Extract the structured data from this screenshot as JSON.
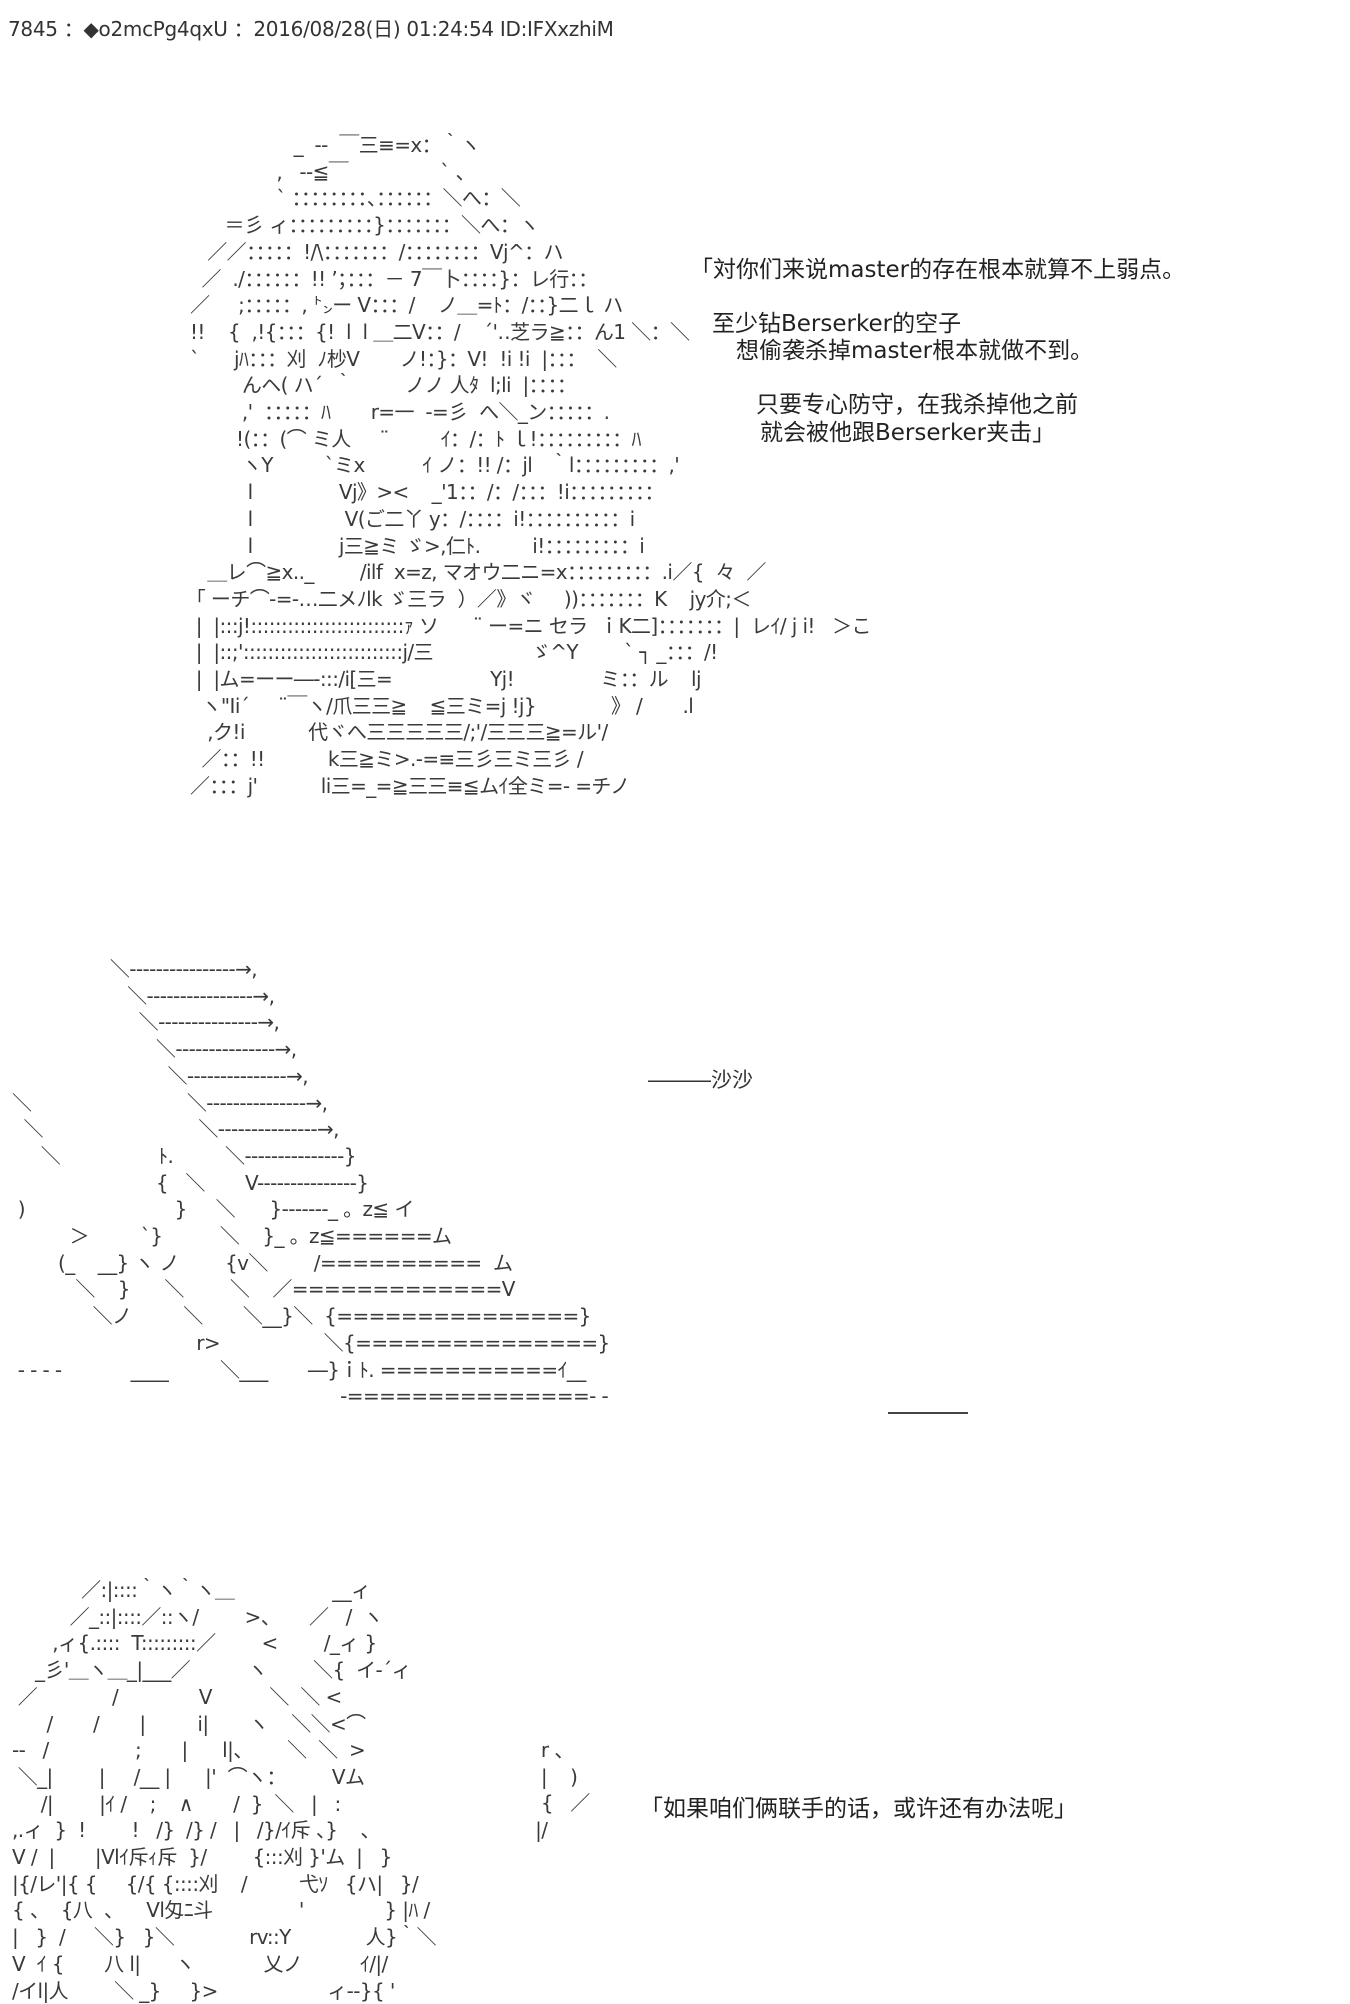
{
  "post": {
    "header": "7845 ：◆o2mcPg4qxU ：2016/08/28(日) 01:24:54 ID:IFXxzhiM"
  },
  "panels": {
    "panel1_art": "                  _  ‐‐  ￣三≡=x：｀ヽ\n               ,   -‐≦￣                ` 、\n               ` ：：：：：：：：、：：：：：：＼へ：＼\n      ＝彡 ィ：：：：：：：：：}：：：：：：：＼へ：ヽ\n   ／／：：：：：!/\\：：：：：：：/：：：：：：：：Vj^：ハ\n  ／  ./：：：：：：!! ’；：：：－ 7￣卜：：：：}：レ行：：\n／     ;：：：：：, ㌧ー V：：：/    ノ＿=ﾄ：/：：}二ｌ ハ\n!!    {  ,!{：：：{!  l  l ＿二V：：/    ´'‥芝ラ≧：：ん1 ＼：＼\n`      jﾊ：：：刈  ﾉ杪V       ノ!：}：V!  !i !i  |：：：  ＼\n         んヘ( ハ´  ｀         ノノ 人ﾀ  l;li  |：：：：\n         ,'  ：：：：：ﾊ       r=一  -=彡  へ＼_ン：：：：：.\n        !(：：(⌒ ミ人     ¨         ｲ：/：ﾄ ｌ!：：：：：：：：：ﾊ\n         ヽY         `ミx          ｲ ノ：!! /：jl   ｀l：：：：：：：：：,'\n          l               Vj》><    _'1：：/：/：：：!i：：：：：：：：：\n          l                V(ご二丫 y：/：：：：i!：：：：：：：：：：i\n          l               j三≧ミ ゞ>,仁ﾄ.         i!：：：：：：：：：i\n   ＿レ⌒≧x.._        /ilf  x=z, マオウ二ニ=x：：：：：：：：：.i／{  々  ／\n ｢ ーチ⌒‐=‐…二メﾉlk ゞ三ラ  ）／》ヾ     ))：：：：：：：K    jy介;＜\n |  |:::j!:::::::::::::::::::::::::ｧ ソ      ¨ ー=ニ セラ  ｉK二]：：：：：：：|  レｲ/ j i!   ＞こ\n |  |::;'::::::::::::::::::::::::::j/三                 ゞ^Y        ` ┐ _：：：/!\n |  |ム=ーー―‐:::/i[三=                 Yj!               ミ：：ル    lj\n  ヽ\"Ii´     ¨￣ヽ/爪三三≧    ≦三ミ=j !j}             》 /       .l\n   ,ク!i           代ヾへ三三三三三/;'/三三三≧=ル'/\n  ／：：!!           k三≧ミ>.-=≡三彡三ミ三彡 /\n／：：：j'           li三=_=≧三三≡≦ムｲ全ミ=- =チノ",
    "panel2_art": "                 ＼----------------→,\n                    ＼----------------→,\n                      ＼---------------→,\n                         ＼---------------→,\n                           ＼---------------→,\n＼                           ＼---------------→,\n  ＼                           ＼---------------→,\n     ＼                 ﾄ.         ＼---------------}\n                         {   ＼       V---------------}\n )                          }     ＼      }-------_ 。z≦ イ\n          ＞         `}          ＼    }_ 。z≦======ム\n        (_    __} ヽ ノ        {v＼        /==========  ム\n           ＼    }      ＼        ＼    ／=============V\n              ＼ノ         ＼       ＼__}＼  {===============}\n                                r>                  ＼{===============}\n - - - -            ____         ＼___       ―}ｉﾄ. ===========ｲ__\n                                                         -===============- -",
    "panel3_art": "            ／:|::::｀ヽ｀ヽ＿                 __ィ\n          ／_::|::::／::ヽ/        >、     ／   /  ヽ\n       ,ィ{.::::  T:::::::::／        <        /_ィ }\n    _彡'＿ヽ＿_|___／          ヽ        ＼{  イ-´ィ\n ／             /              V          ＼  ＼ <\n      /       /       |         i|       ヽ    ＼＼<⌒\n--   /               ;       |      l|、      ＼  ＼  >\n ＼_|        |     /__ |      |'  ⌒ヽ：        Vム\n     /|        |ｲ /    ;    ∧       /  }  ＼   |   :\n,.ィ  }  !        !   /}  /} /   |   /}/ｲ斥 、}    、\nV /  |       |Vlｲ斥ｨ斥  }/        {:::刈 }'ム  |   }\n|{/レ'|{ {     {/{ {::::刈    /         弋ｿ   {ハ|   }/\n{ 、  {八  、    Vl匁ﾆ斗               '              } |ﾊ /\n|   }  /     ＼}   }＼             rv::Y             人}｀＼\nV  ｲ {       八 l|      ヽ            乂ノ          ｲ/|/\n/イl|人        ＼ _}     }>                   ィ--}{ '",
    "panel3_art_right": "                     r 、\n                     |    )\n                     {   ／\n                    |/"
  },
  "dialogue": {
    "line_1": "「対你们来说master的存在根本就算不上弱点。",
    "line_2": "至少钻Berserker的空子",
    "line_3": "想偷袭杀掉master根本就做不到。",
    "line_4": "只要专心防守，在我杀掉他之前",
    "line_5": "就会被他跟Berserker夹击」",
    "line_6": "「如果咱们俩联手的话，或许还有办法呢」"
  },
  "sound_effect": {
    "text": "―――沙沙"
  }
}
